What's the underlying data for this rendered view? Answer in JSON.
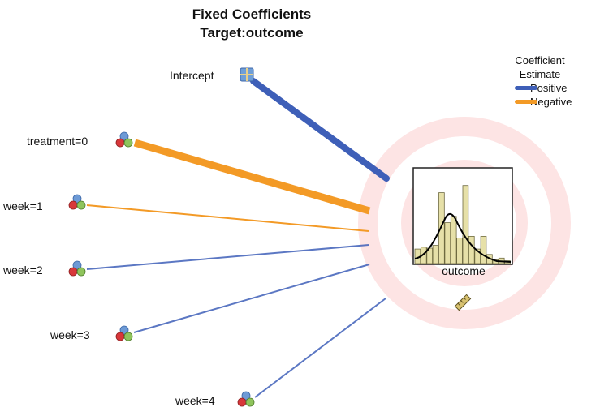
{
  "title": {
    "line1": "Fixed Coefficients",
    "line2": "Target:outcome"
  },
  "legend": {
    "title_line1": "Coefficient",
    "title_line2": "Estimate",
    "items": [
      {
        "label": "Positive",
        "color": "#3e5fb8"
      },
      {
        "label": "Negative",
        "color": "#f39a26"
      }
    ]
  },
  "target": {
    "label": "outcome",
    "histogram_bar_color": "#e6e0a8",
    "curve_color": "#000000",
    "ring_color": "#fde4e4"
  },
  "predictors": [
    {
      "label": "Intercept",
      "sign": "positive",
      "weight": "large",
      "icon": "intercept-icon"
    },
    {
      "label": "treatment=0",
      "sign": "negative",
      "weight": "large",
      "icon": "categorical-icon"
    },
    {
      "label": "week=1",
      "sign": "negative",
      "weight": "small",
      "icon": "categorical-icon"
    },
    {
      "label": "week=2",
      "sign": "positive",
      "weight": "small",
      "icon": "categorical-icon"
    },
    {
      "label": "week=3",
      "sign": "positive",
      "weight": "small",
      "icon": "categorical-icon"
    },
    {
      "label": "week=4",
      "sign": "positive",
      "weight": "small",
      "icon": "categorical-icon"
    }
  ]
}
